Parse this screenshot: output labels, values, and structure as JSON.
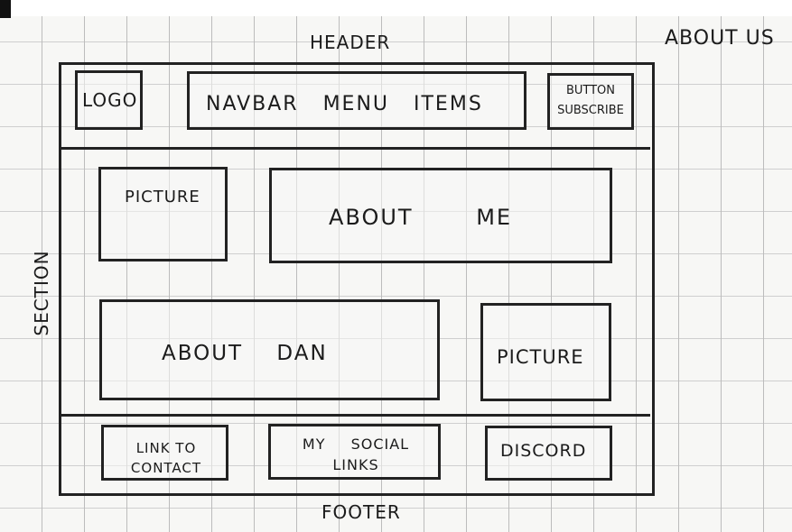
{
  "labels": {
    "header": "Header",
    "about_us": "About us",
    "section": "Section",
    "footer": "Footer"
  },
  "header": {
    "logo": "Logo",
    "navbar": "NavBar  Menu items",
    "button_line1": "Button",
    "button_line2": "Subscribe"
  },
  "section": {
    "picture_top": "Picture",
    "about_me": "About  me",
    "about_dan": "About  Dan",
    "picture_bottom": "Picture"
  },
  "footer": {
    "contact_line1": "Link to",
    "contact_line2": "contact",
    "social_line1": "My  social",
    "social_line2": "links",
    "discord": "Discord"
  }
}
